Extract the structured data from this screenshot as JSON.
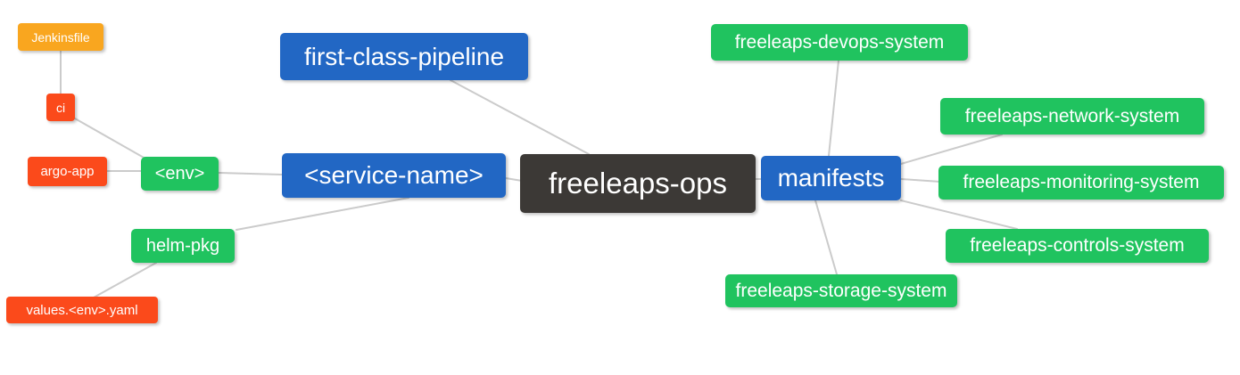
{
  "diagram": {
    "type": "mindmap",
    "root_label": "freeleaps-ops"
  },
  "palette": {
    "node-orange": "#F9A61F",
    "node-red": "#FB4A1B",
    "node-green": "#20C35F",
    "node-blue": "#2267C4",
    "node-dark": "#3C3936",
    "edge-gray": "#CBCBCB",
    "text-white": "#FFFFFF",
    "canvas-bg": "#FFFFFF"
  },
  "nodes": {
    "freeleaps_ops": {
      "label": "freeleaps-ops"
    },
    "first_class_pipeline": {
      "label": "first-class-pipeline"
    },
    "service_name": {
      "label": "<service-name>"
    },
    "env": {
      "label": "<env>"
    },
    "ci": {
      "label": "ci"
    },
    "jenkinsfile": {
      "label": "Jenkinsfile"
    },
    "argo_app": {
      "label": "argo-app"
    },
    "helm_pkg": {
      "label": "helm-pkg"
    },
    "values_env_yaml": {
      "label": "values.<env>.yaml"
    },
    "manifests": {
      "label": "manifests"
    },
    "devops_system": {
      "label": "freeleaps-devops-system"
    },
    "network_system": {
      "label": "freeleaps-network-system"
    },
    "monitoring_system": {
      "label": "freeleaps-monitoring-system"
    },
    "controls_system": {
      "label": "freeleaps-controls-system"
    },
    "storage_system": {
      "label": "freeleaps-storage-system"
    }
  },
  "edges": [
    {
      "from": "jenkinsfile",
      "to": "ci"
    },
    {
      "from": "ci",
      "to": "env"
    },
    {
      "from": "argo_app",
      "to": "env"
    },
    {
      "from": "env",
      "to": "service_name"
    },
    {
      "from": "helm_pkg",
      "to": "service_name"
    },
    {
      "from": "helm_pkg",
      "to": "values_env_yaml"
    },
    {
      "from": "first_class_pipeline",
      "to": "freeleaps_ops"
    },
    {
      "from": "service_name",
      "to": "freeleaps_ops"
    },
    {
      "from": "manifests",
      "to": "freeleaps_ops"
    },
    {
      "from": "manifests",
      "to": "devops_system"
    },
    {
      "from": "manifests",
      "to": "network_system"
    },
    {
      "from": "manifests",
      "to": "monitoring_system"
    },
    {
      "from": "manifests",
      "to": "controls_system"
    },
    {
      "from": "manifests",
      "to": "storage_system"
    }
  ]
}
